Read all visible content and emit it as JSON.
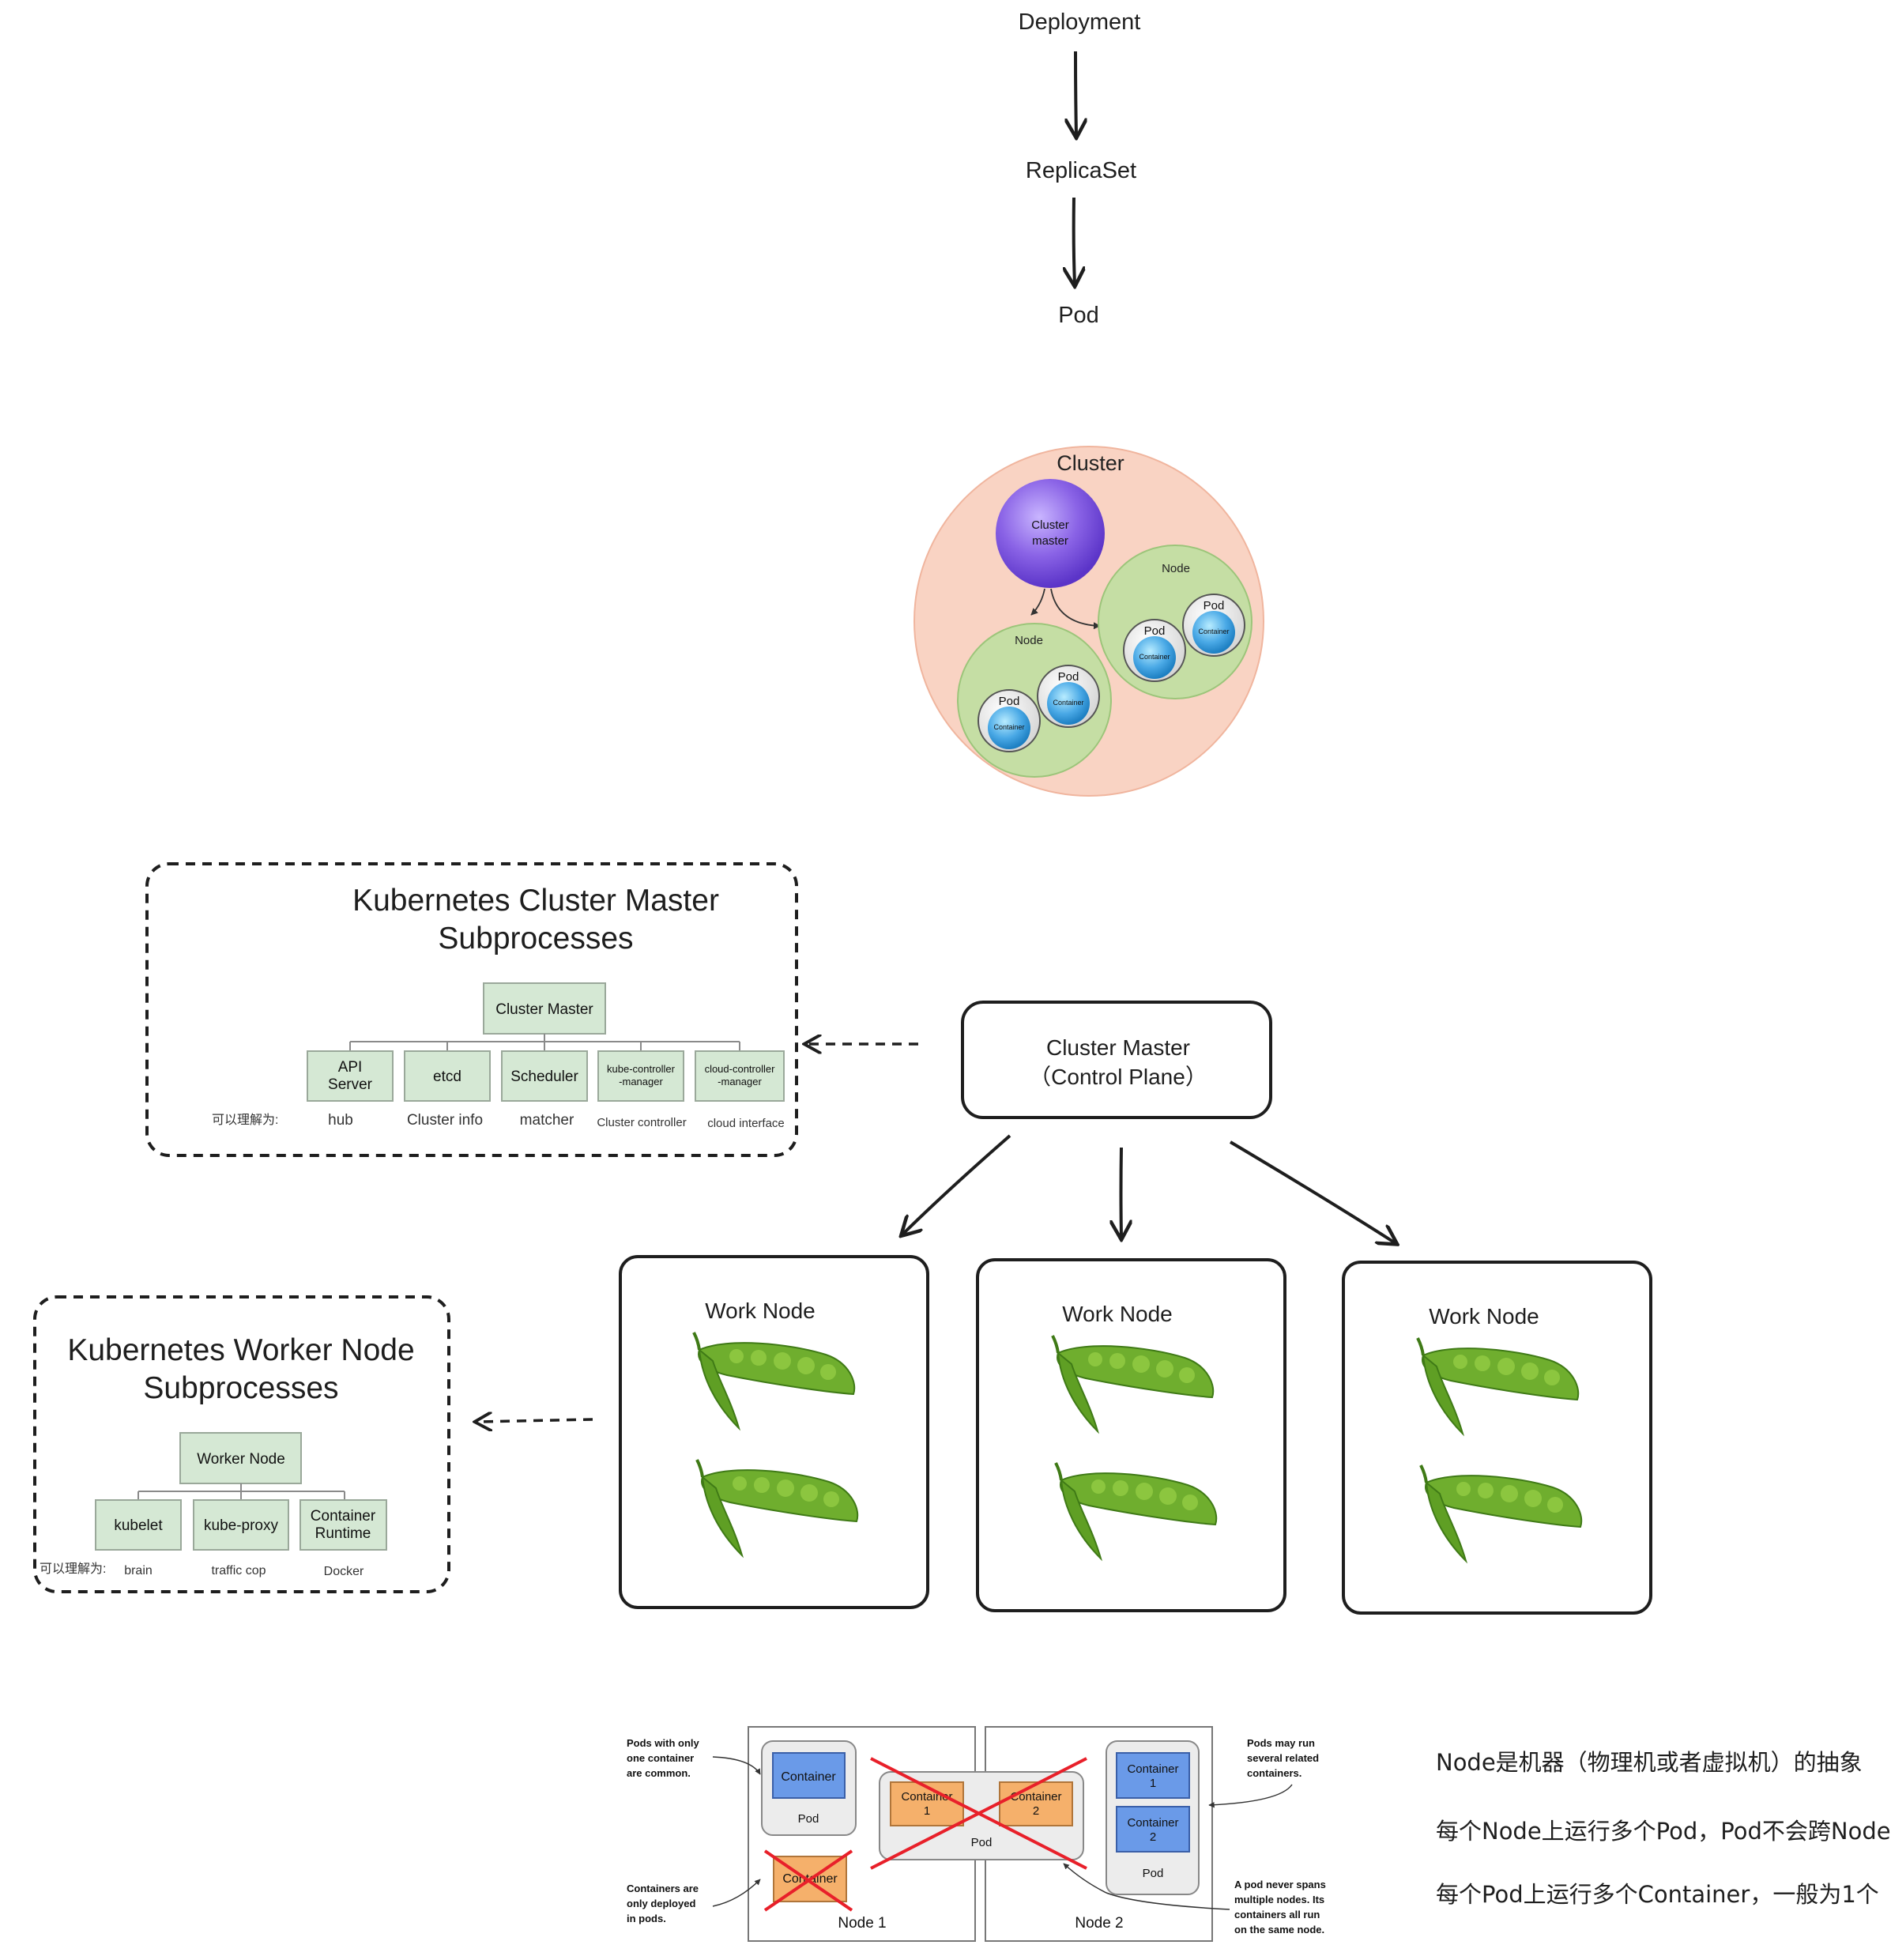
{
  "flow": {
    "deployment": "Deployment",
    "replicaset": "ReplicaSet",
    "pod": "Pod"
  },
  "cluster": {
    "title": "Cluster",
    "master_line1": "Cluster",
    "master_line2": "master",
    "node_label": "Node",
    "pod_label": "Pod",
    "container_label": "Container"
  },
  "master_panel": {
    "title_line1": "Kubernetes Cluster Master",
    "title_line2": "Subprocesses",
    "root": "Cluster Master",
    "components": [
      {
        "line1": "API",
        "line2": "Server",
        "desc": "hub"
      },
      {
        "line1": "etcd",
        "line2": "",
        "desc": "Cluster info"
      },
      {
        "line1": "Scheduler",
        "line2": "",
        "desc": "matcher"
      },
      {
        "line1": "kube-controller",
        "line2": "-manager",
        "desc": "Cluster controller"
      },
      {
        "line1": "cloud-controller",
        "line2": "-manager",
        "desc": "cloud interface"
      }
    ],
    "understand_as": "可以理解为:"
  },
  "control_plane": {
    "line1": "Cluster Master",
    "line2": "（Control Plane）"
  },
  "worker_panel": {
    "title_line1": "Kubernetes Worker Node",
    "title_line2": "Subprocesses",
    "root": "Worker Node",
    "components": [
      {
        "line1": "kubelet",
        "line2": "",
        "desc": "brain"
      },
      {
        "line1": "kube-proxy",
        "line2": "",
        "desc": "traffic cop"
      },
      {
        "line1": "Container",
        "line2": "Runtime",
        "desc": "Docker"
      }
    ],
    "understand_as": "可以理解为:"
  },
  "work_nodes": [
    {
      "title": "Work Node"
    },
    {
      "title": "Work Node"
    },
    {
      "title": "Work Node"
    }
  ],
  "pods_figure": {
    "note_single": [
      "Pods with only",
      "one container",
      "are common."
    ],
    "note_only_pods": [
      "Containers are",
      "only deployed",
      "in pods."
    ],
    "note_multi": [
      "Pods may run",
      "several related",
      "containers."
    ],
    "note_never": [
      "A pod never spans",
      "multiple nodes. Its",
      "containers all run",
      "on the same node."
    ],
    "container": "Container",
    "container1_l1": "Container",
    "container1_l2": "1",
    "container2_l1": "Container",
    "container2_l2": "2",
    "pod": "Pod",
    "node1": "Node 1",
    "node2": "Node 2"
  },
  "notes": [
    "Node是机器（物理机或者虚拟机）的抽象",
    "每个Node上运行多个Pod，Pod不会跨Node",
    "每个Pod上运行多个Container，一般为1个"
  ],
  "colors": {
    "cluster_fill": "#f9d3c3",
    "node_fill": "#c5dea4",
    "master_fill": "#7a55d9",
    "container_blue": "#3b9fe0",
    "green_box": "#d5e8d4",
    "orange_box": "#f5b06b",
    "blue_box": "#6a9ae8",
    "cross_red": "#e8202a"
  }
}
